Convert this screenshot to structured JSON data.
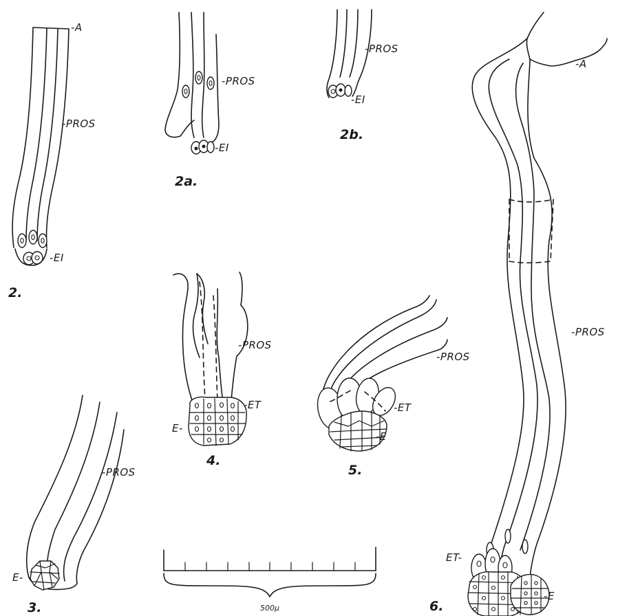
{
  "labels": {
    "archegonium": "-A",
    "prosuspensor": "-PROS",
    "embryonal_initials": "-EI",
    "embryonal_tubes": "-ET",
    "embryo_right": "-E",
    "embryo_left": "E-",
    "embryonal_tubes_left": "ET-"
  },
  "figures": {
    "fig2": "2.",
    "fig2a": "2a.",
    "fig2b": "2b.",
    "fig3": "3.",
    "fig4": "4.",
    "fig5": "5.",
    "fig6": "6."
  },
  "scale_bar": {
    "label": "500μ",
    "divisions": 10
  }
}
